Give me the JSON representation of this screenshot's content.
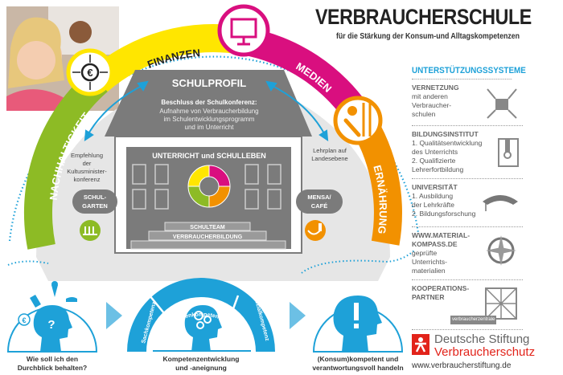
{
  "header": {
    "title": "VERBRAUCHERSCHULE",
    "subtitle": "für die Stärkung der Konsum-und Alltagskompetenzen"
  },
  "colors": {
    "green": "#8dbb25",
    "yellow": "#ffe600",
    "magenta": "#d90f7f",
    "orange": "#f29100",
    "blue": "#1ea1d8",
    "gray_dark": "#7b7b7b",
    "gray_light": "#e6e6e6",
    "red": "#e2231a"
  },
  "arc": {
    "segments": [
      {
        "label": "NACHHALTIGKEIT",
        "color": "#8dbb25"
      },
      {
        "label": "FINANZEN",
        "color": "#ffe600"
      },
      {
        "label": "MEDIEN",
        "color": "#d90f7f"
      },
      {
        "label": "ERNÄHRUNG",
        "color": "#f29100"
      }
    ],
    "icons": [
      "euro-compass-icon",
      "monitor-icon",
      "food-icon"
    ]
  },
  "house": {
    "roof_title": "SCHULPROFIL",
    "roof_bold": "Beschluss der Schulkonferenz:",
    "roof_lines": [
      "Aufnahme von Verbraucherbildung",
      "im Schulentwicklungsprogramm",
      "und im Unterricht"
    ],
    "body_title": "UNTERRICHT und SCHULLEBEN",
    "steps": [
      "SCHULTEAM",
      "VERBRAUCHERBILDUNG"
    ],
    "left_text": [
      "Empfehlung",
      "der",
      "Kultusminister-",
      "konferenz"
    ],
    "right_text": [
      "Lehrplan auf",
      "Landesebene"
    ],
    "left_pill": [
      "SCHUL-",
      "GARTEN"
    ],
    "right_pill": [
      "MENSA/",
      "CAFÉ"
    ]
  },
  "bottom": {
    "left_caption": [
      "Wie soll ich den",
      "Durchblick behalten?"
    ],
    "competences": [
      "Sachkompetenz",
      "Methodenkompetenz",
      "Selbst- und",
      "Sozialkompetenz"
    ],
    "middle_caption": [
      "Kompetenzentwicklung",
      "und -aneignung"
    ],
    "right_caption": [
      "(Konsum)kompetent und",
      "verantwortungsvoll handeln"
    ]
  },
  "support": {
    "heading": "UNTERSTÜTZUNGSSYSTEME",
    "items": [
      {
        "title": "VERNETZUNG",
        "lines": [
          "mit anderen",
          "Verbraucher-",
          "schulen"
        ]
      },
      {
        "title": "BILDUNGSINSTITUT",
        "lines": [
          "1. Qualitätsentwicklung",
          "des Unterrichts",
          "2. Qualifizierte",
          "Lehrerfortbildung"
        ]
      },
      {
        "title": "UNIVERSITÄT",
        "lines": [
          "1. Ausbildung",
          "der Lehrkräfte",
          "2. Bildungsforschung"
        ]
      },
      {
        "title": "WWW.MATERIAL-",
        "title2": "KOMPASS.DE",
        "lines": [
          "geprüfte",
          "Unterrichts-",
          "materialien"
        ]
      },
      {
        "title": "KOOPERATIONS-",
        "title2": "PARTNER",
        "lines": [],
        "badge": "verbraucherzentrale"
      }
    ]
  },
  "footer": {
    "logo_line1": "Deutsche Stiftung",
    "logo_line2": "Verbraucherschutz",
    "url": "www.verbraucherstiftung.de"
  }
}
